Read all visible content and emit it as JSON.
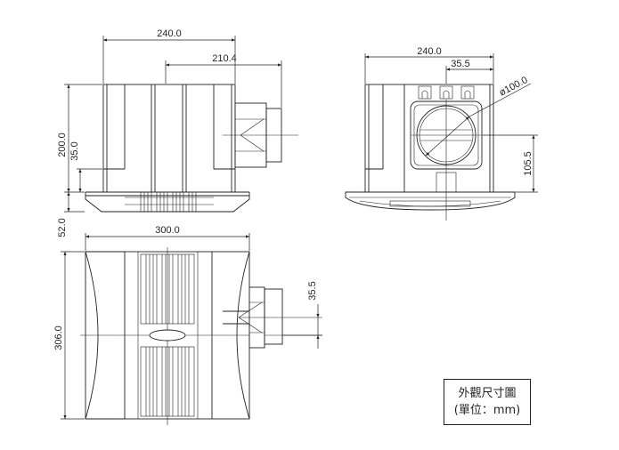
{
  "dimensions": {
    "side_width": "240.0",
    "side_duct_offset": "210.4",
    "side_height": "200.0",
    "side_flange": "35.0",
    "side_grille": "52.0",
    "front_width": "240.0",
    "front_offset": "35.5",
    "front_diameter": "ø100.0",
    "front_height": "105.5",
    "top_width": "300.0",
    "top_depth": "306.0",
    "top_offset": "35.5"
  },
  "legend": {
    "title": "外觀尺寸圖",
    "unit": "(單位：mm)"
  }
}
